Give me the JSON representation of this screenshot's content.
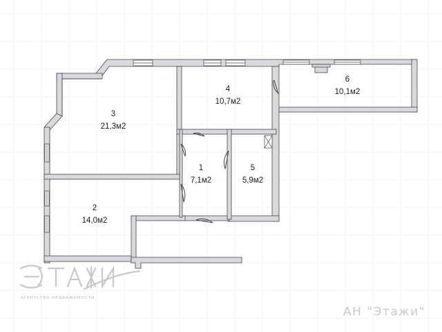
{
  "rooms": [
    {
      "number": "1",
      "area": "7,1м2"
    },
    {
      "number": "2",
      "area": "14,0м2"
    },
    {
      "number": "3",
      "area": "21,3м2"
    },
    {
      "number": "4",
      "area": "10,7м2"
    },
    {
      "number": "5",
      "area": "5,9м2"
    },
    {
      "number": "6",
      "area": "10,1м2"
    }
  ],
  "watermark": {
    "logo_text": "ЭТАЖИ",
    "subtitle": "АГЕНТСТВО НЕДВИЖИМОСТИ"
  },
  "agency": "АН \"Этажи\"",
  "colors": {
    "wall_fill": "#d7d9dd",
    "wall_stroke": "#444444",
    "background": "#ffffff",
    "watermark": "#c9c9c9"
  }
}
